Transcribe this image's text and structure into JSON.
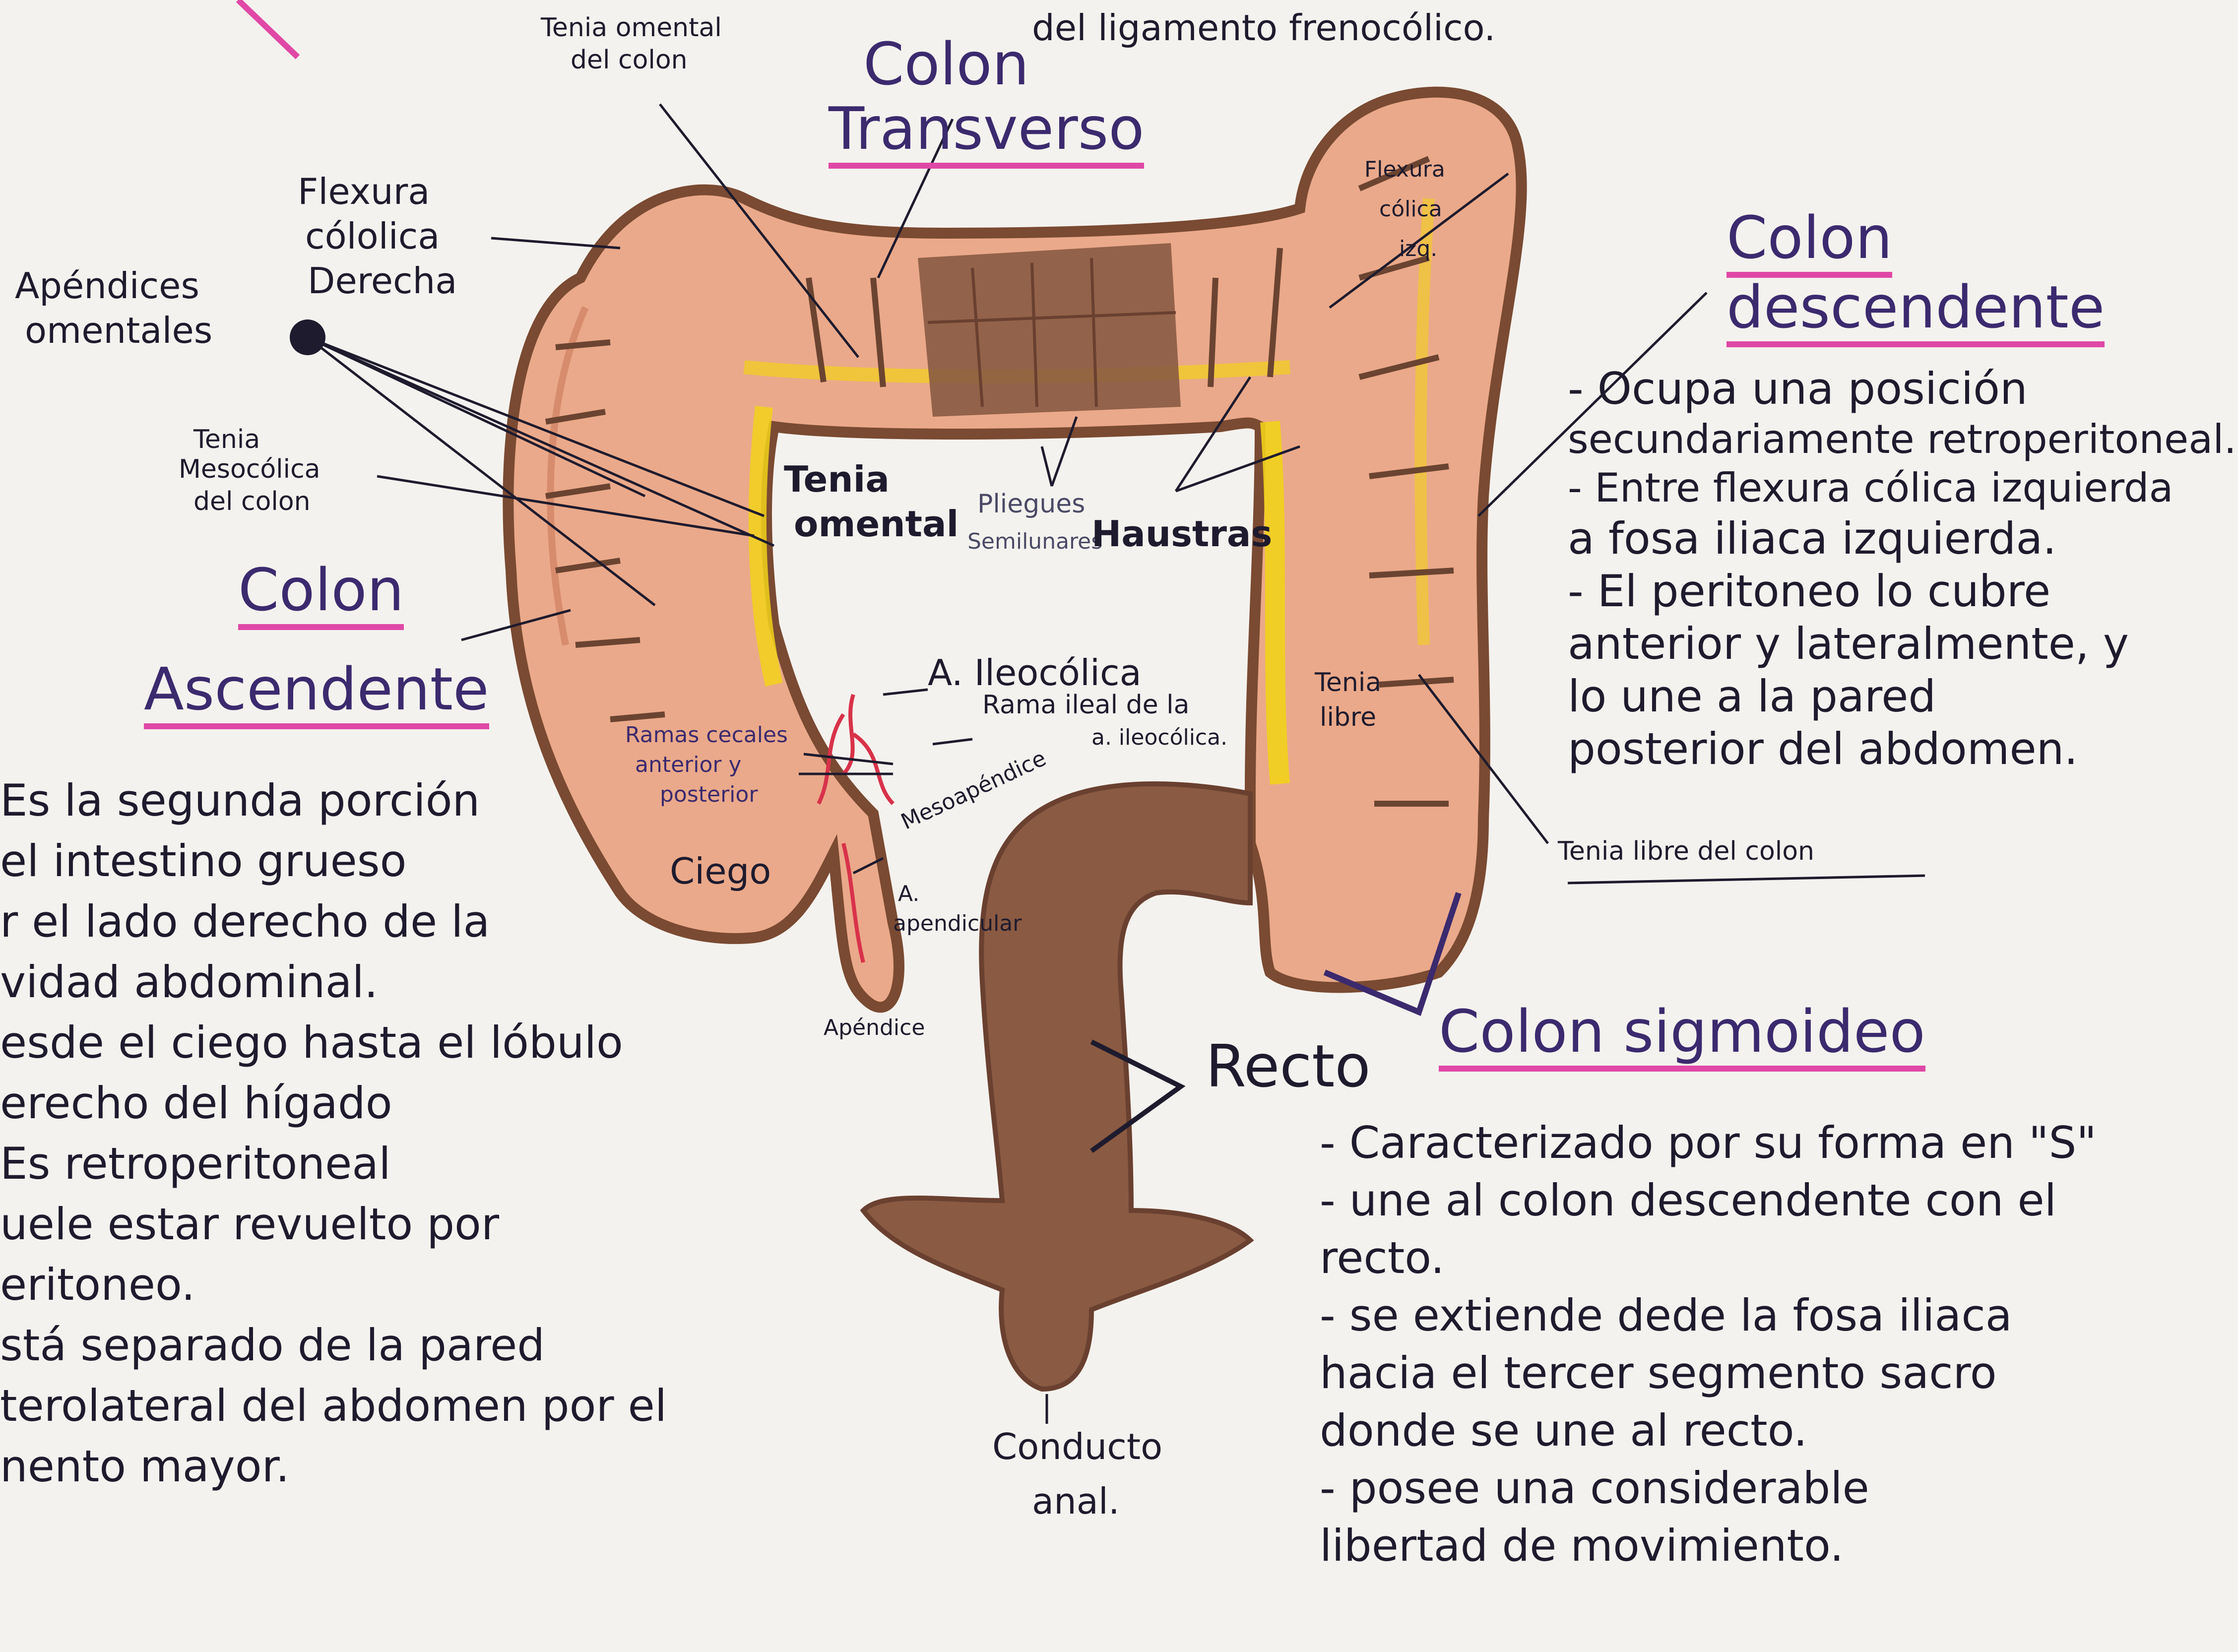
{
  "top_fragment": "del ligamento frenocólico.",
  "titles": {
    "transverso_1": "Colon",
    "transverso_2": "Transverso",
    "ascendente_1": "Colon",
    "ascendente_2": "Ascendente",
    "descendente_1": "Colon",
    "descendente_2": "descendente",
    "sigmoideo": "Colon sigmoideo"
  },
  "labels": {
    "tenia_omental_colon_1": "Tenia omental",
    "tenia_omental_colon_2": "del colon",
    "flexura_der_1": "Flexura",
    "flexura_der_2": "cólolica",
    "flexura_der_3": "Derecha",
    "apendices_1": "Apéndices",
    "apendices_2": "omentales",
    "tenia_meso_1": "Tenia",
    "tenia_meso_2": "Mesocólica",
    "tenia_meso_3": "del colon",
    "tenia_omental_1": "Tenia",
    "tenia_omental_2": "omental",
    "pliegues_1": "Pliegues",
    "pliegues_2": "Semilunares",
    "haustras": "Haustras",
    "flexura_izq_1": "Flexura",
    "flexura_izq_2": "cólica",
    "flexura_izq_3": "izq.",
    "a_ileocolica": "A. Ileocólica",
    "ramas_1": "Ramas cecales",
    "ramas_2": "anterior y",
    "ramas_3": "posterior",
    "rama_ileal_1": "Rama ileal de la",
    "rama_ileal_2": "a. ileocólica.",
    "mesoapendice": "Mesoapéndice",
    "ciego": "Ciego",
    "a_apendicular_1": "A.",
    "a_apendicular_2": "apendicular",
    "apendice": "Apéndice",
    "tenia_libre_1": "Tenia",
    "tenia_libre_2": "libre",
    "tenia_libre_colon": "Tenia libre del colon",
    "recto": "Recto",
    "conducto_1": "Conducto",
    "conducto_2": "anal."
  },
  "notes": {
    "ascendente": [
      "Es la segunda porción",
      "el intestino grueso",
      "r el lado derecho de la",
      "vidad abdominal.",
      "esde el ciego hasta el lóbulo",
      "erecho del hígado",
      "Es retroperitoneal",
      "uele estar revuelto por",
      "eritoneo.",
      "stá separado de la pared",
      "terolateral del abdomen por el",
      "nento mayor."
    ],
    "descendente": [
      "- Ocupa una posición",
      "secundariamente retroperitoneal.",
      "- Entre flexura cólica izquierda",
      "a fosa iliaca izquierda.",
      "- El peritoneo lo cubre",
      "anterior y lateralmente, y",
      "lo une a la pared",
      "posterior del abdomen."
    ],
    "sigmoideo": [
      "- Caracterizado por su forma en \"S\"",
      "- une al colon descendente con el",
      "recto.",
      "- se extiende dede la fosa iliaca",
      "hacia el tercer segmento sacro",
      "donde se une al recto.",
      "- posee una considerable",
      "libertad de movimiento."
    ]
  },
  "colors": {
    "paper": "#f4f2ee",
    "colon_fill": "#eaa98a",
    "colon_outline": "#7a4a32",
    "tenia_yellow": "#f2d21a",
    "rectum_brown": "#8a5a42",
    "title_ink": "#3b2a6e",
    "highlight_pink": "#e048a6",
    "ink": "#1e1b2e"
  }
}
